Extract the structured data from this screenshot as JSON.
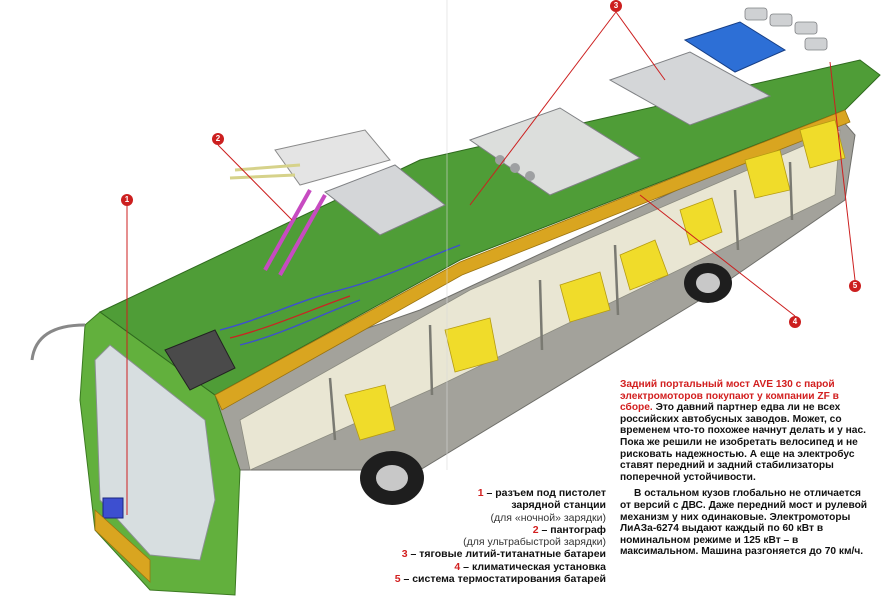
{
  "callouts": {
    "one": "1",
    "two": "2",
    "three": "3",
    "four": "4",
    "five": "5"
  },
  "legend": {
    "items": [
      {
        "num": "1",
        "text": " – разъем под пистолет",
        "cont": "зарядной станции",
        "note": "(для «ночной» зарядки)"
      },
      {
        "num": "2",
        "text": " – пантограф",
        "note": "(для ультрабыстрой зарядки)"
      },
      {
        "num": "3",
        "text": " – тяговые литий-титанатные батареи"
      },
      {
        "num": "4",
        "text": " – климатическая установка"
      },
      {
        "num": "5",
        "text": " – система термостатирования батарей"
      }
    ]
  },
  "article": {
    "headline": "Задний портальный мост AVE 130 с парой электромоторов покупают у компании ZF в сборе.",
    "lead": "Это давний партнер едва ли не всех российских автобусных заводов. Может, со временем что-то похожее начнут делать и у нас. Пока же решили не изобретать велосипед и не рисковать надежностью. А еще на электробус ставят передний и задний стабилизаторы поперечной устойчивости.",
    "para2": "В остальном кузов глобально не отличается от версий с ДВС. Даже передний мост и рулевой механизм у них одинаковые. Электромоторы ЛиАЗа-6274 выдают каждый по 60 кВт в номинальном режиме и 125 кВт – в максимальном. Машина разгоняется до 70 км/ч."
  },
  "colors": {
    "accent_red": "#cc1f1f",
    "bus_green": "#5fae3a",
    "roof_yellow": "#d9a520",
    "body_gray": "#9e9d96",
    "seat_yellow": "#f0dc2a",
    "battery_gray": "#d4d6d8",
    "climate_blue": "#2d6fd6"
  }
}
